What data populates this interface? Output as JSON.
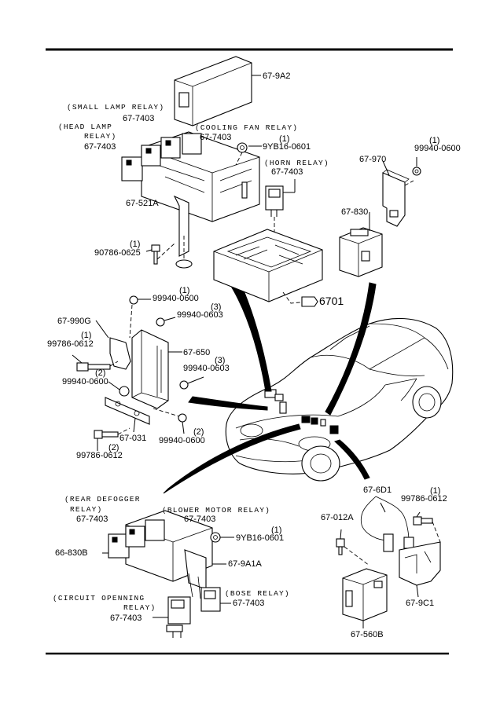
{
  "labels": {
    "cover": "67-9A2",
    "small_lamp_relay_title": "(SMALL LAMP RELAY)",
    "small_lamp_relay_pn": "67-7403",
    "head_lamp_relay_title_1": "(HEAD LAMP",
    "head_lamp_relay_title_2": "RELAY)",
    "head_lamp_relay_pn": "67-7403",
    "cooling_fan_relay_title": "(COOLING FAN RELAY)",
    "cooling_fan_relay_pn": "67-7403",
    "nut_top_qty": "(1)",
    "nut_top_pn": "9YB16-0601",
    "horn_relay_title": "(HORN RELAY)",
    "horn_relay_pn": "67-7403",
    "bracket_521a": "67-521A",
    "bolt_90786_qty": "(1)",
    "bolt_90786_pn": "90786-0625",
    "ref_6701": "6701",
    "bracket_970": "67-970",
    "nut_right_qty": "(1)",
    "nut_right_pn": "99940-0600",
    "relay_830": "67-830",
    "nut_mid_1_qty": "(1)",
    "nut_mid_1_pn": "99940-0600",
    "nut_mid_3_qty": "(3)",
    "nut_mid_3_pn": "99940-0603",
    "bracket_990g": "67-990G",
    "bolt_99786_qty": "(1)",
    "bolt_99786_pn": "99786-0612",
    "module_650": "67-650",
    "nut_650_qty": "(3)",
    "nut_650_pn": "99940-0603",
    "nut_left_qty": "(2)",
    "nut_left_pn": "99940-0600",
    "plate_031": "67-031",
    "nut_bottom_qty": "(2)",
    "nut_bottom_pn": "99940-0600",
    "bolt_bottom_qty": "(2)",
    "bolt_bottom_pn": "99786-0612",
    "rear_defogger_title_1": "(REAR DEFOGGER",
    "rear_defogger_title_2": "RELAY)",
    "rear_defogger_pn": "67-7403",
    "blower_motor_title": "(BLOWER MOTOR RELAY)",
    "blower_motor_pn": "67-7403",
    "nut_lower_qty": "(1)",
    "nut_lower_pn": "9YB16-0601",
    "block_830b": "66-830B",
    "bracket_9a1a": "67-9A1A",
    "circuit_open_title_1": "(CIRCUIT OPENNING",
    "circuit_open_title_2": "RELAY)",
    "circuit_open_pn": "67-7403",
    "bose_relay_title": "(BOSE RELAY)",
    "bose_relay_pn": "67-7403",
    "harness_6d1": "67-6D1",
    "bolt_right_qty": "(1)",
    "bolt_right_pn": "99786-0612",
    "bolt_012a": "67-012A",
    "bracket_9c1": "67-9C1",
    "module_560b": "67-560B"
  }
}
